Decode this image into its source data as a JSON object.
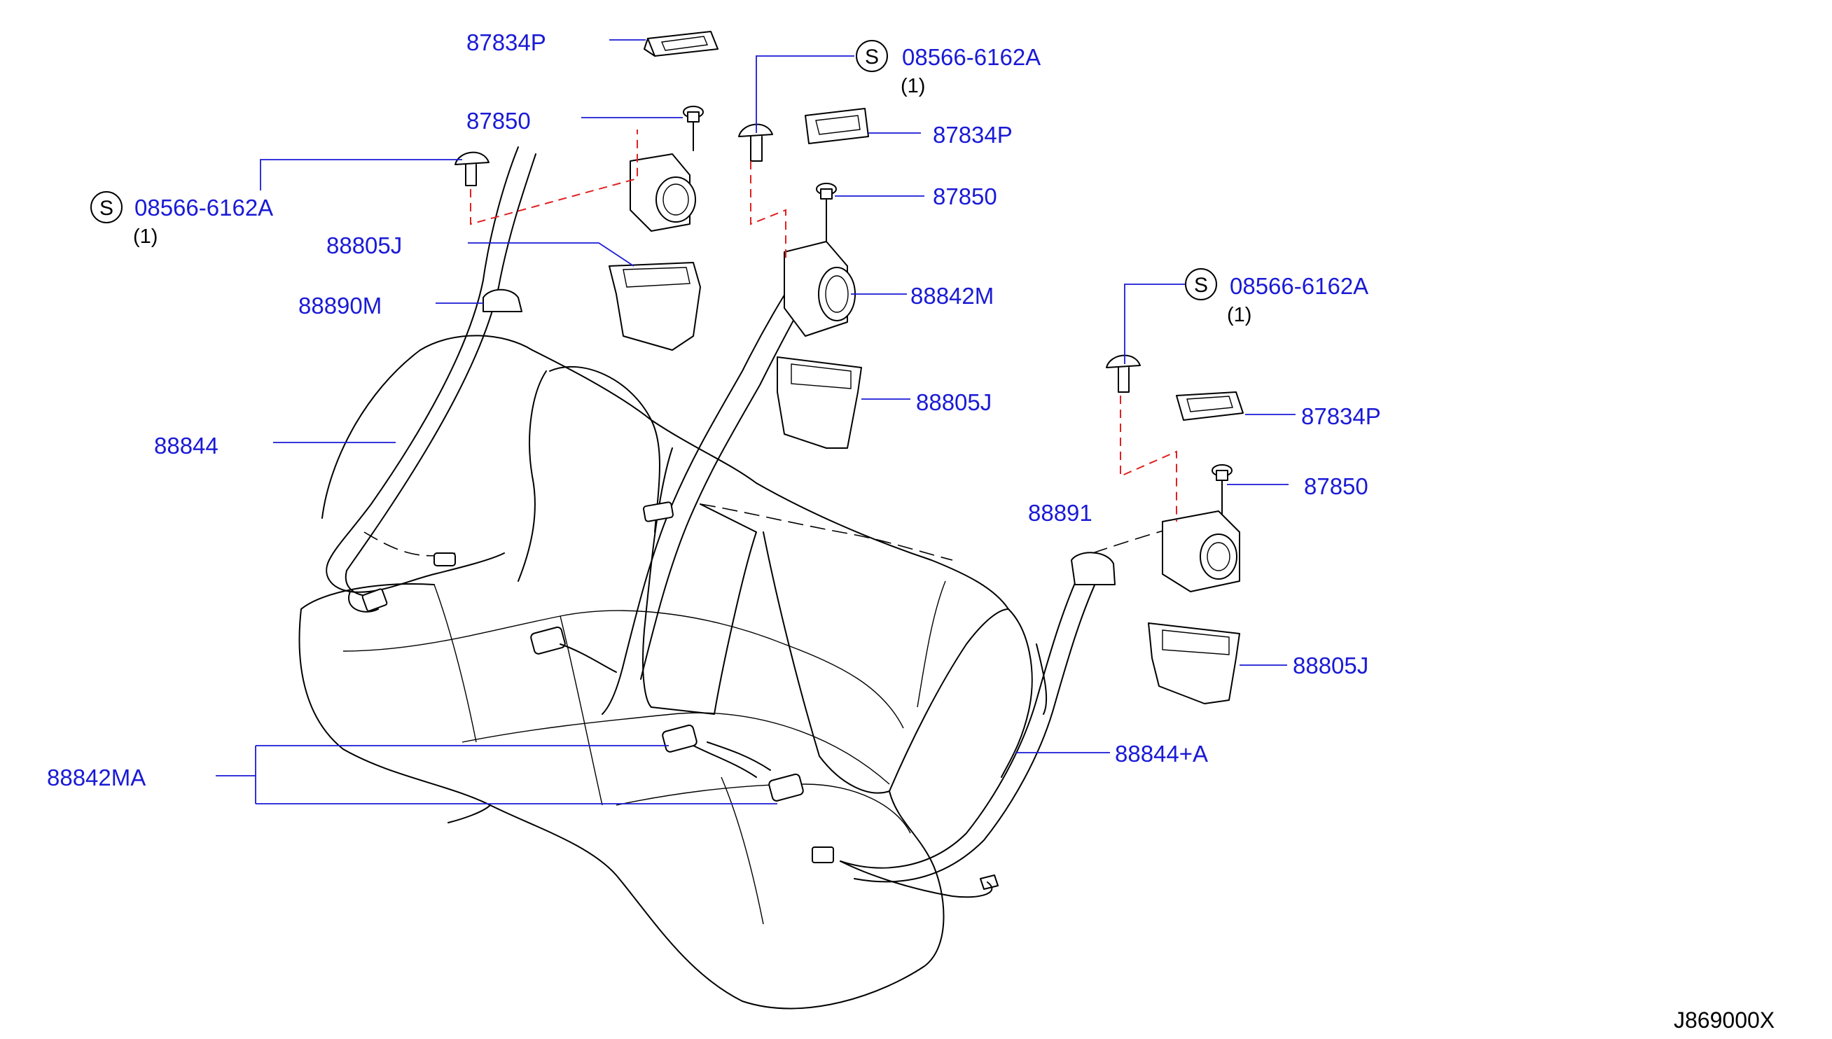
{
  "labels": {
    "p87834p_top": "87834P",
    "p87850_left": "87850",
    "p08566_left": "08566-6162A",
    "p08566_left_qty": "(1)",
    "p88805j_left": "88805J",
    "p88890m": "88890M",
    "p88844": "88844",
    "p88842ma": "88842MA",
    "p08566_center": "08566-6162A",
    "p08566_center_qty": "(1)",
    "p87834p_center": "87834P",
    "p87850_center": "87850",
    "p88842m": "88842M",
    "p88805j_center": "88805J",
    "p08566_right": "08566-6162A",
    "p08566_right_qty": "(1)",
    "p87834p_right": "87834P",
    "p87850_right": "87850",
    "p88891": "88891",
    "p88805j_right": "88805J",
    "p88844a": "88844+A",
    "s_mark": "S",
    "diagram_code": "J869000X"
  }
}
